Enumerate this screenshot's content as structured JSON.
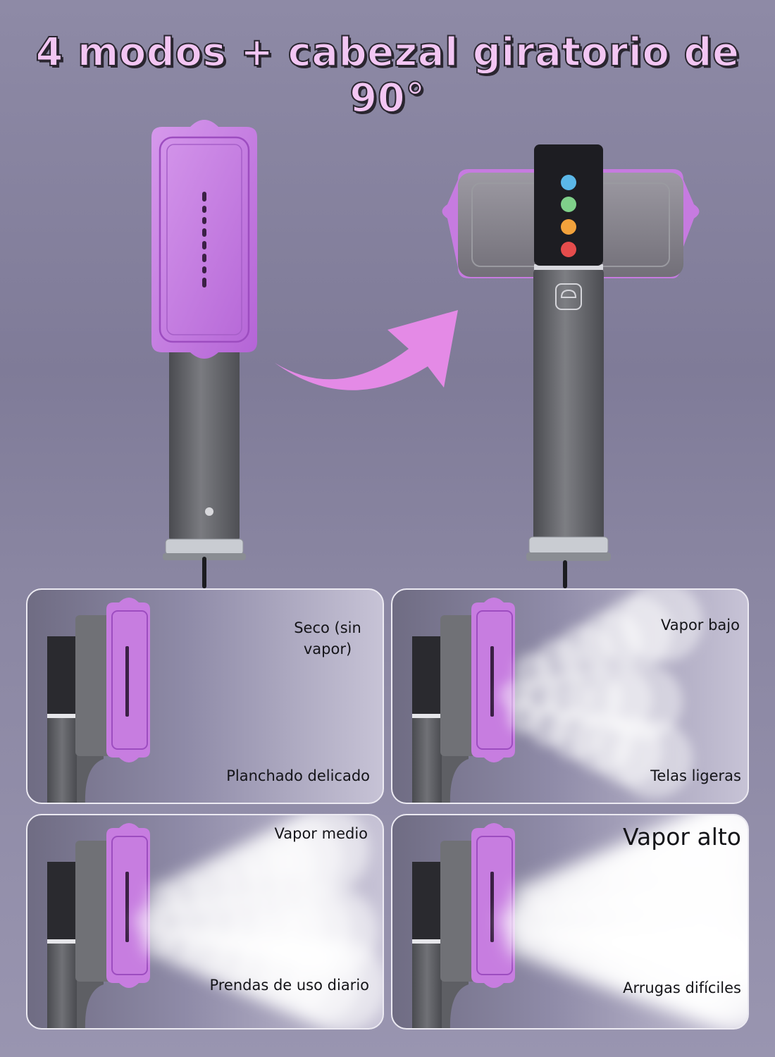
{
  "headline": "4 modos + cabezal giratorio de 90°",
  "colors": {
    "accent_pink": "#d67cde",
    "head_purple": "#c77de0",
    "body_gray": "#5f6065",
    "background": "#8c88a4"
  },
  "icons": [
    "steam-mode-icon",
    "arrow-rotate-icon",
    "cloud-icon"
  ],
  "modes": [
    {
      "title": "Seco (sin vapor)",
      "subtitle": "Planchado delicado",
      "steam": "none"
    },
    {
      "title": "Vapor bajo",
      "subtitle": "Telas ligeras",
      "steam": "low"
    },
    {
      "title": "Vapor medio",
      "subtitle": "Prendas de uso diario",
      "steam": "medium"
    },
    {
      "title": "Vapor alto",
      "subtitle": "Arrugas difíciles",
      "steam": "high"
    }
  ]
}
